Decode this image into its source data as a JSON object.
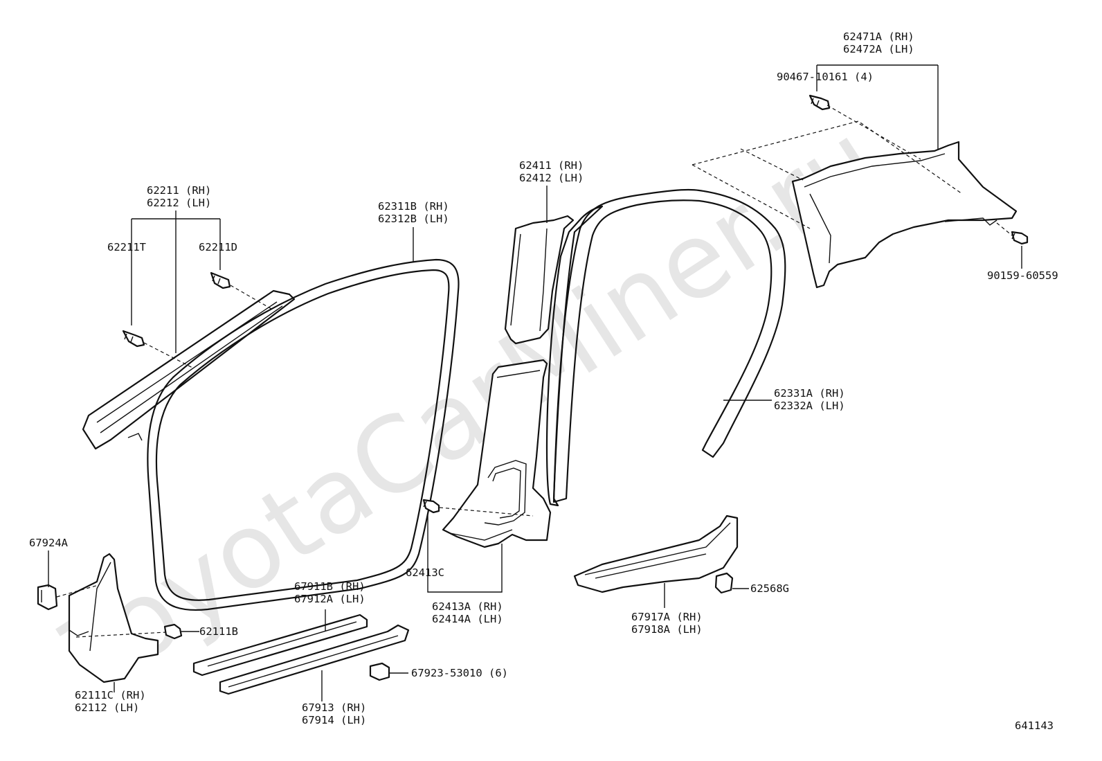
{
  "watermark": "ToyotaCarMiner.ru",
  "diagram_id": "641143",
  "labels": {
    "p62211": "62211 (RH)",
    "p62212": "62212 (LH)",
    "p62211T": "62211T",
    "p62211D": "62211D",
    "p62311B": "62311B (RH)",
    "p62312B": "62312B (LH)",
    "p62411": "62411 (RH)",
    "p62412": "62412 (LH)",
    "p62471A": "62471A (RH)",
    "p62472A": "62472A (LH)",
    "p90467": "90467-10161 (4)",
    "p90159": "90159-60559",
    "p62331A": "62331A (RH)",
    "p62332A": "62332A (LH)",
    "p67924A": "67924A",
    "p62111B": "62111B",
    "p62111C": "62111C (RH)",
    "p62112": "62112  (LH)",
    "p67911B": "67911B (RH)",
    "p67912A": "67912A (LH)",
    "p67913": "67913 (RH)",
    "p67914": "67914 (LH)",
    "p67923": "67923-53010 (6)",
    "p62413C": "62413C",
    "p62413A": "62413A (RH)",
    "p62414A": "62414A (LH)",
    "p67917A": "67917A (RH)",
    "p67918A": "67918A (LH)",
    "p62568G": "62568G"
  }
}
